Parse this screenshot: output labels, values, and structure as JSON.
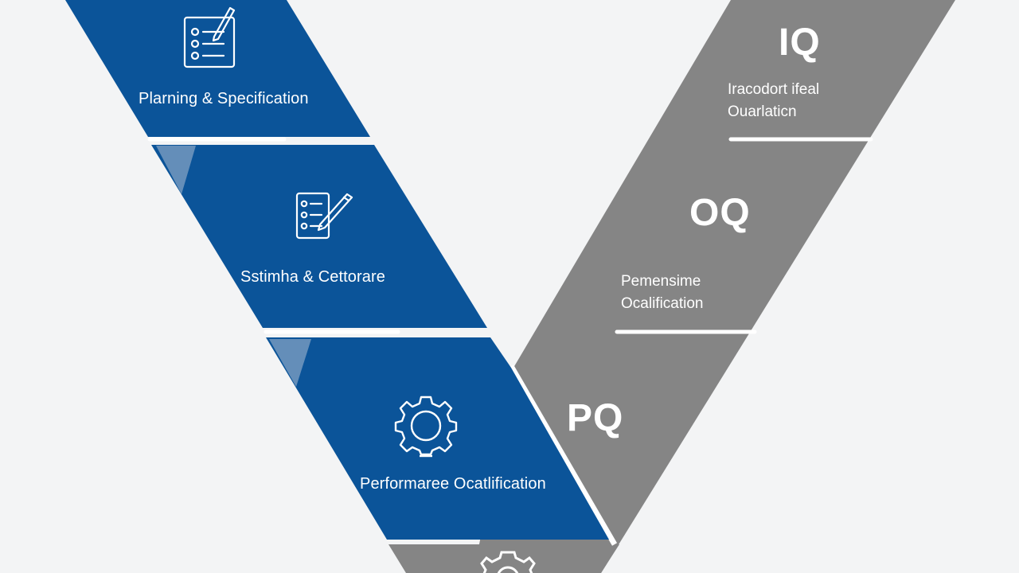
{
  "colors": {
    "background": "#f3f4f5",
    "left_arm": "#0b5499",
    "right_arm": "#858585",
    "divider": "#ffffff"
  },
  "left_stages": [
    {
      "label": "Plarning & Specification",
      "icon": "checklist-pencil-icon"
    },
    {
      "label": "Sstimha & Cettorare",
      "icon": "checklist-pencil-icon"
    },
    {
      "label": "Performaree Ocatlification",
      "icon": "gear-icon"
    }
  ],
  "right_stages": [
    {
      "code": "IQ",
      "lines": [
        "Iracodort ifeal",
        "Ouarlaticn"
      ]
    },
    {
      "code": "OQ",
      "lines": [
        "Pemensime",
        "Ocalification"
      ]
    },
    {
      "code": "PQ",
      "lines": []
    }
  ],
  "bottom": {
    "icon": "gear-icon"
  }
}
